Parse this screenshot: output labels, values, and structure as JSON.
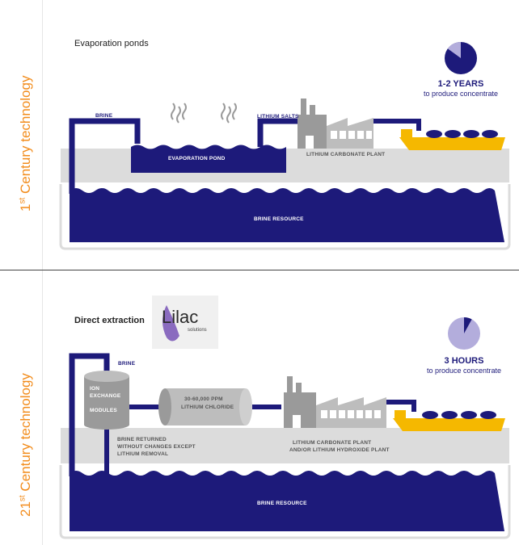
{
  "side_labels": {
    "top": {
      "num": "1",
      "sup": "st",
      "rest": " Century technology"
    },
    "bottom": {
      "num": "21",
      "sup": "st",
      "rest": " Century technology"
    }
  },
  "top_panel": {
    "title": "Evaporation ponds",
    "labels": {
      "brine": "BRINE",
      "evaporation_pond": "EVAPORATION POND",
      "lithium_salts": "LITHIUM SALTS",
      "plant": "LITHIUM CARBONATE PLANT",
      "resource": "BRINE RESOURCE"
    },
    "time": {
      "value": "1-2 YEARS",
      "caption": "to produce concentrate"
    },
    "pie_fraction": 0.15
  },
  "bottom_panel": {
    "title": "Direct extraction",
    "logo": {
      "text": "Lilac",
      "subtitle": "solutions"
    },
    "labels": {
      "brine": "BRINE",
      "ion_line1": "ION",
      "ion_line2": "EXCHANGE",
      "ion_line3": "MODULES",
      "ppm_line1": "30-60,000 PPM",
      "ppm_line2": "LITHIUM CHLORIDE",
      "returned_line1": "BRINE RETURNED",
      "returned_line2": "WITHOUT CHANGES EXCEPT",
      "returned_line3": "LITHIUM REMOVAL",
      "plant_line1": "LITHIUM CARBONATE PLANT",
      "plant_line2": "AND/OR LITHIUM HYDROXIDE PLANT",
      "resource": "BRINE RESOURCE"
    },
    "time": {
      "value": "3 HOURS",
      "caption": "to produce concentrate"
    },
    "pie_fraction": 0.08
  },
  "colors": {
    "navy": "#1d1a7a",
    "ground": "#dcdcdc",
    "factory": "#9a9a9a",
    "ship": "#f5b800",
    "pie_light": "#b3addc",
    "accent": "#f28c1c"
  }
}
